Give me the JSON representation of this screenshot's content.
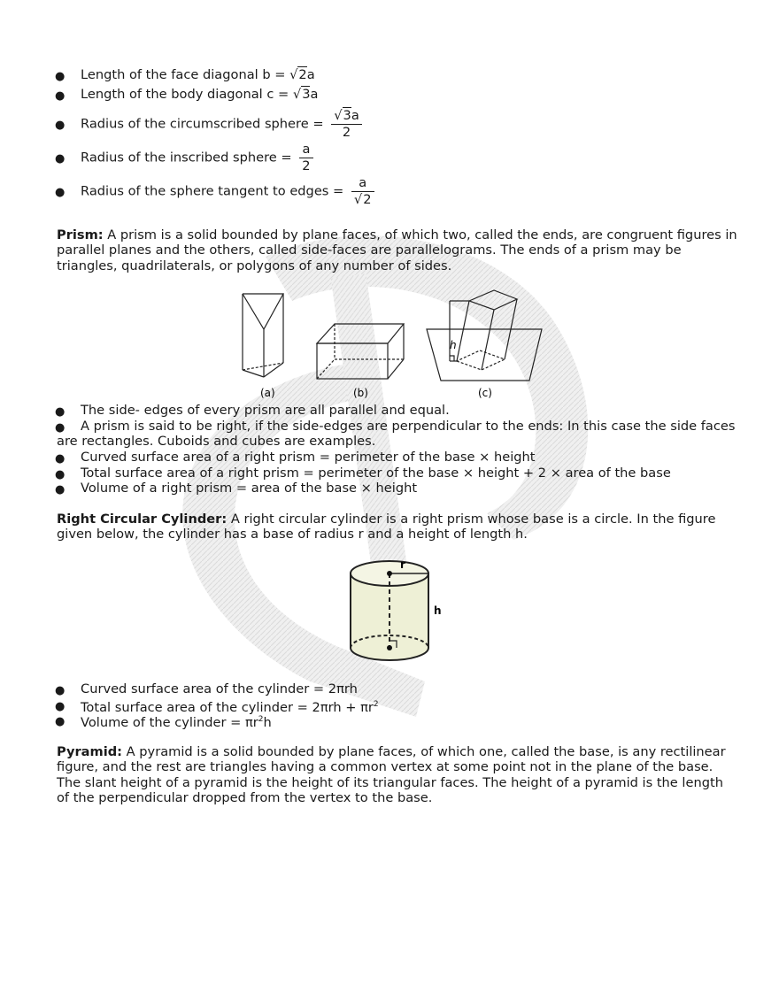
{
  "diagonal_list": {
    "face_label": "Length of the face diagonal b =",
    "face_rad": "2",
    "face_var": "a",
    "body_label": "Length of the body diagonal c =",
    "body_rad": "3",
    "body_var": "a",
    "circ_label": "Radius of the circumscribed sphere =",
    "circ_num_rad": "3",
    "circ_num_var": "a",
    "circ_den": "2",
    "insc_label": "Radius of the inscribed sphere =",
    "insc_num": "a",
    "insc_den": "2",
    "tang_label": "Radius of the sphere tangent to edges =",
    "tang_num": "a",
    "tang_den_rad": "2"
  },
  "prism": {
    "heading": "Prism:",
    "text": " A prism is a solid bounded by plane faces, of which two, called the ends, are congruent figures in parallel planes and the others, called side-faces are parallelograms. The ends of a prism may be triangles, quadrilaterals, or polygons of any number of sides.",
    "figure_labels": [
      "(a)",
      "(b)",
      "(c)"
    ],
    "figure_h": "h",
    "bullets": [
      "The side- edges of every prism are all parallel and equal.",
      "A prism is said to be right, if the side-edges are perpendicular to the ends: In this case the side faces",
      "Curved surface area of a right prism = perimeter of the base × height",
      "Total surface area of a right prism = perimeter of the base × height + 2 × area of the base",
      "Volume of a right prism = area of the base × height"
    ],
    "bullet2_cont": "are rectangles. Cuboids and cubes are examples."
  },
  "cylinder": {
    "heading": "Right Circular Cylinder:",
    "text": " A right circular cylinder is a right prism whose base is a circle. In the figure given below, the cylinder has a base of radius r and a height of length h.",
    "fig_r": "r",
    "fig_h": "h",
    "b1_pre": "Curved surface area of the cylinder = 2",
    "b1_pi": "π",
    "b1_post": "rh",
    "b2_pre": "Total surface area of the cylinder = 2",
    "b2_pi": "π",
    "b2_mid": "rh + ",
    "b2_pi2": "π",
    "b2_r": "r",
    "b2_sup": "2",
    "b3_pre": "Volume of the cylinder = ",
    "b3_pi": "π",
    "b3_r": "r",
    "b3_sup": "2",
    "b3_post": "h"
  },
  "pyramid": {
    "heading": "Pyramid:",
    "text": " A pyramid is a solid bounded by plane faces, of which one, called the base, is any rectilinear figure, and the rest are triangles having a common vertex at some point not in the plane of the base. The slant height of a pyramid is the height of its triangular faces. The height of a pyramid is the length of the perpendicular dropped from the vertex to the base."
  }
}
